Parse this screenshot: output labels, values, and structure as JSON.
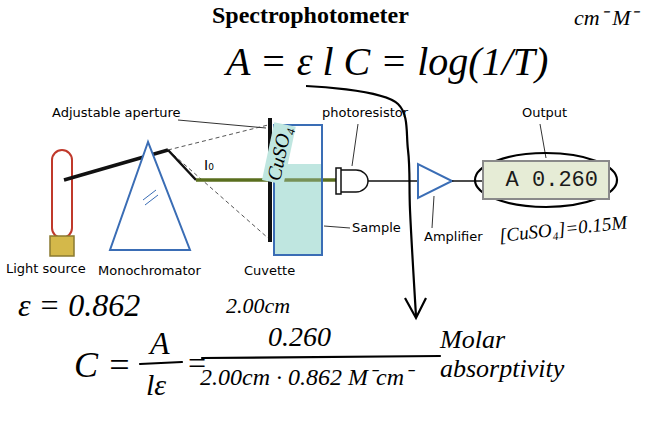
{
  "diagram": {
    "title": "Spectrophotometer",
    "nodes": [
      {
        "text": [
          "A 0.260"
        ]
      }
    ],
    "labels": [
      "Light source",
      "Adjustable aperture",
      "I₀",
      "photoresistor",
      "Output",
      "Sample",
      "Amplifier",
      "Monochromator",
      "Cuvette",
      "CuSO₄",
      "A = ε l C = log(1/T)",
      "cm⁻ M⁻",
      "[CuSO₄]=0.15M",
      "ε = 0.862",
      "2.00cm",
      "C =",
      "A",
      "lε",
      "=",
      "0.260",
      "2.00cm · 0.862 M⁻cm⁻",
      "Molar absorptivity"
    ]
  }
}
